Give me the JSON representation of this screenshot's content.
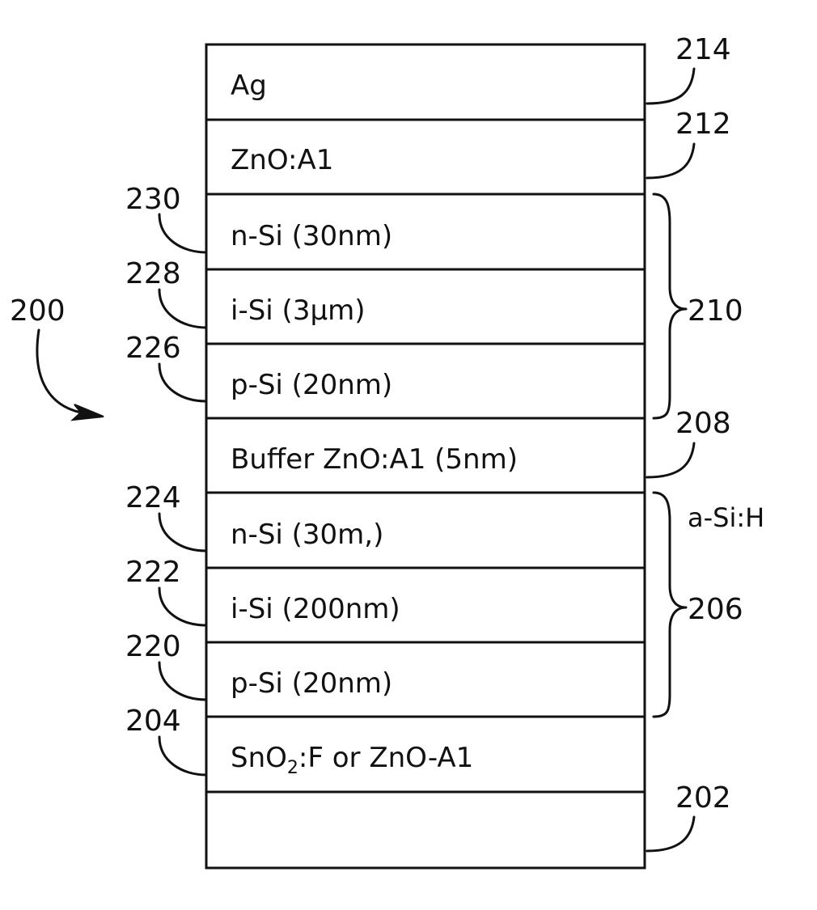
{
  "figure_ref": "200",
  "layers": [
    {
      "text": "Ag",
      "ref": "214"
    },
    {
      "text": "ZnO:A1",
      "ref": "212"
    },
    {
      "text": "n-Si (30nm)",
      "ref": "230"
    },
    {
      "text": "i-Si (3µm)",
      "ref": "228"
    },
    {
      "text": "p-Si (20nm)",
      "ref": "226"
    },
    {
      "text": "Buffer ZnO:A1 (5nm)",
      "ref": "208"
    },
    {
      "text": "n-Si (30m,)",
      "ref": "224"
    },
    {
      "text": "i-Si (200nm)",
      "ref": "222"
    },
    {
      "text": "p-Si (20nm)",
      "ref": "220"
    },
    {
      "text_main": "SnO",
      "text_sub": "2",
      "text_tail": ":F or ZnO-A1",
      "ref": "204"
    },
    {
      "text": "",
      "ref": "202"
    }
  ],
  "groups": [
    {
      "ref": "210"
    },
    {
      "ref": "206",
      "note": "a-Si:H"
    }
  ]
}
